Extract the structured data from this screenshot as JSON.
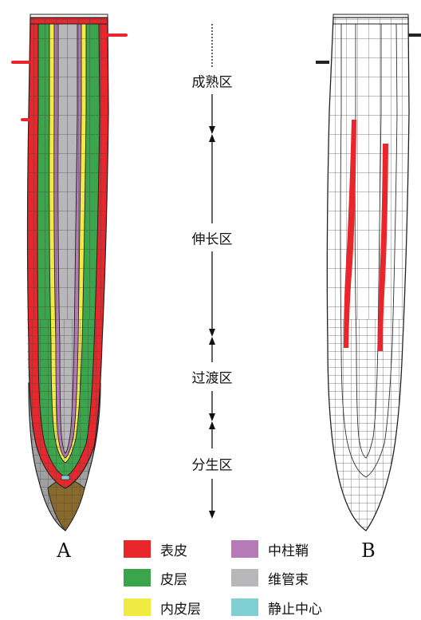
{
  "panels": {
    "left": "A",
    "right": "B"
  },
  "zones": [
    "成熟区",
    "伸长区",
    "过渡区",
    "分生区"
  ],
  "legend": [
    {
      "label": "表皮",
      "color": "#e8262b"
    },
    {
      "label": "中柱鞘",
      "color": "#b67ab8"
    },
    {
      "label": "皮层",
      "color": "#3aa54a"
    },
    {
      "label": "维管束",
      "color": "#b7b7b9"
    },
    {
      "label": "内皮层",
      "color": "#f1ea43"
    },
    {
      "label": "静止中心",
      "color": "#7fcfd4"
    }
  ],
  "colors": {
    "rootcap": "#a0a0a0",
    "columella": "#8a6a2a",
    "outline": "#222222",
    "cellwall": "#4a4a4a",
    "marker": "#e8262b"
  }
}
